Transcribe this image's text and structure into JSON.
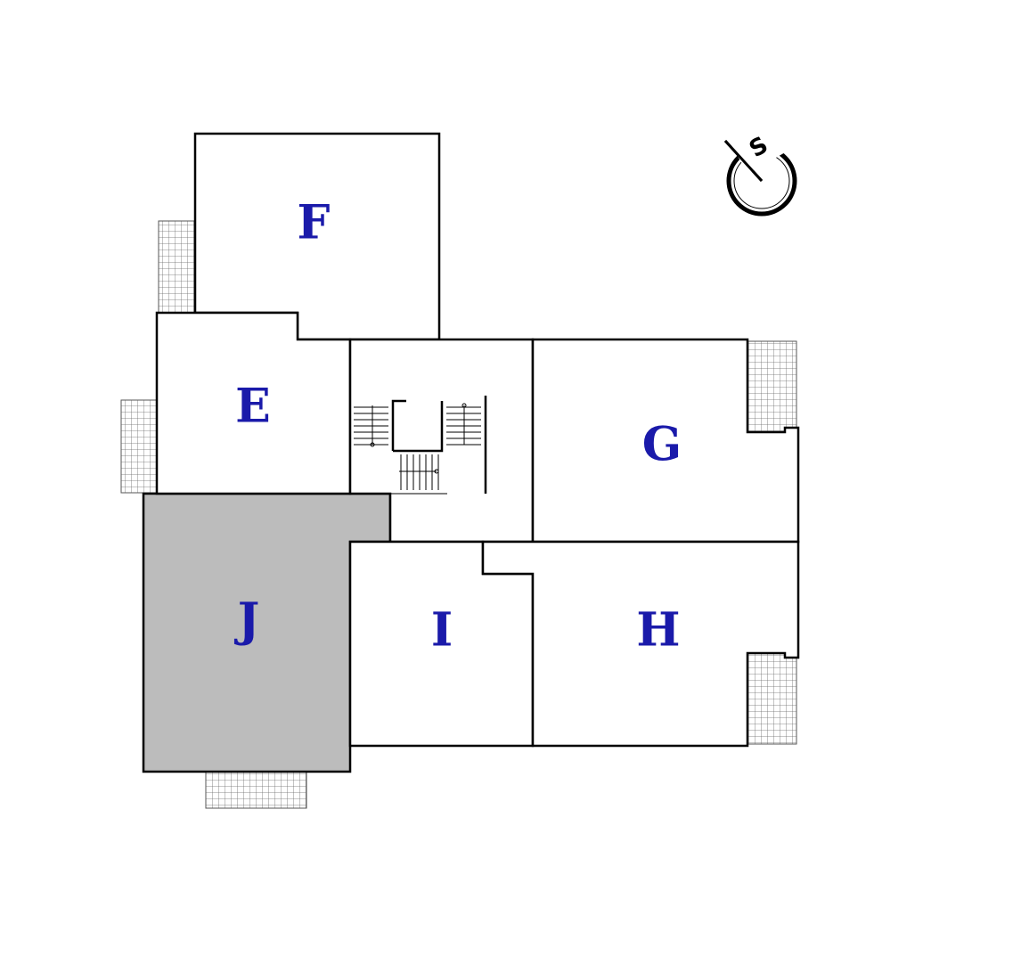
{
  "floorplan": {
    "rooms": [
      {
        "id": "F",
        "label": "F",
        "shaded": false
      },
      {
        "id": "E",
        "label": "E",
        "shaded": false
      },
      {
        "id": "G",
        "label": "G",
        "shaded": false
      },
      {
        "id": "H",
        "label": "H",
        "shaded": false
      },
      {
        "id": "I",
        "label": "I",
        "shaded": false
      },
      {
        "id": "J",
        "label": "J",
        "shaded": true
      }
    ],
    "stairwell": {
      "label": ""
    },
    "compass": {
      "letter": "S"
    }
  },
  "colors": {
    "label": "#1a1aaa",
    "shaded_room": "#bcbcbc",
    "walls": "#000000",
    "balcony_grid": "#555555"
  }
}
